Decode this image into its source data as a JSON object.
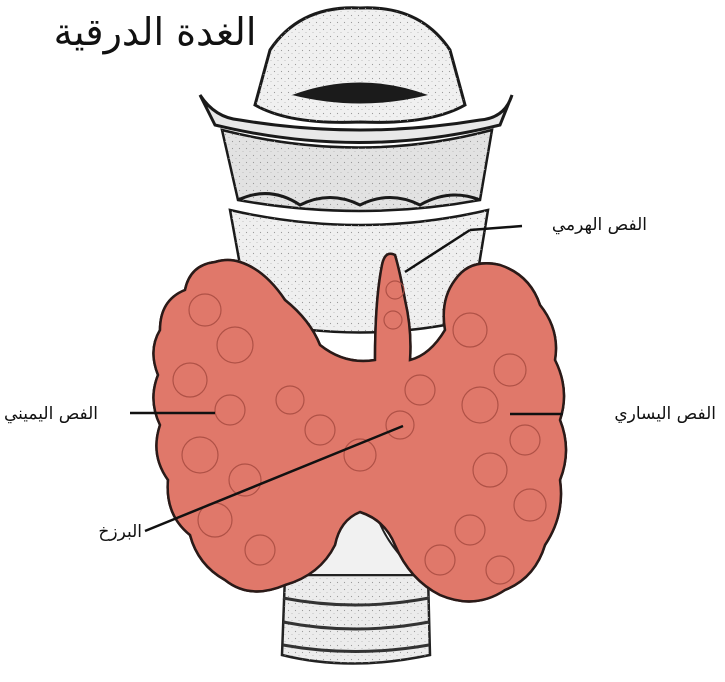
{
  "diagram": {
    "title": "الغدة الدرقية",
    "labels": {
      "pyramidal_lobe": "الفص الهرمي",
      "right_lobe": "الفص اليميني",
      "left_lobe": "الفص اليساري",
      "isthmus": "البرزخ"
    },
    "colors": {
      "thyroid": "#e0786a",
      "thyroid_dark": "#8a2f27",
      "cartilage": "#e9e9e9",
      "outline": "#1a1a1a",
      "background": "#ffffff"
    }
  }
}
